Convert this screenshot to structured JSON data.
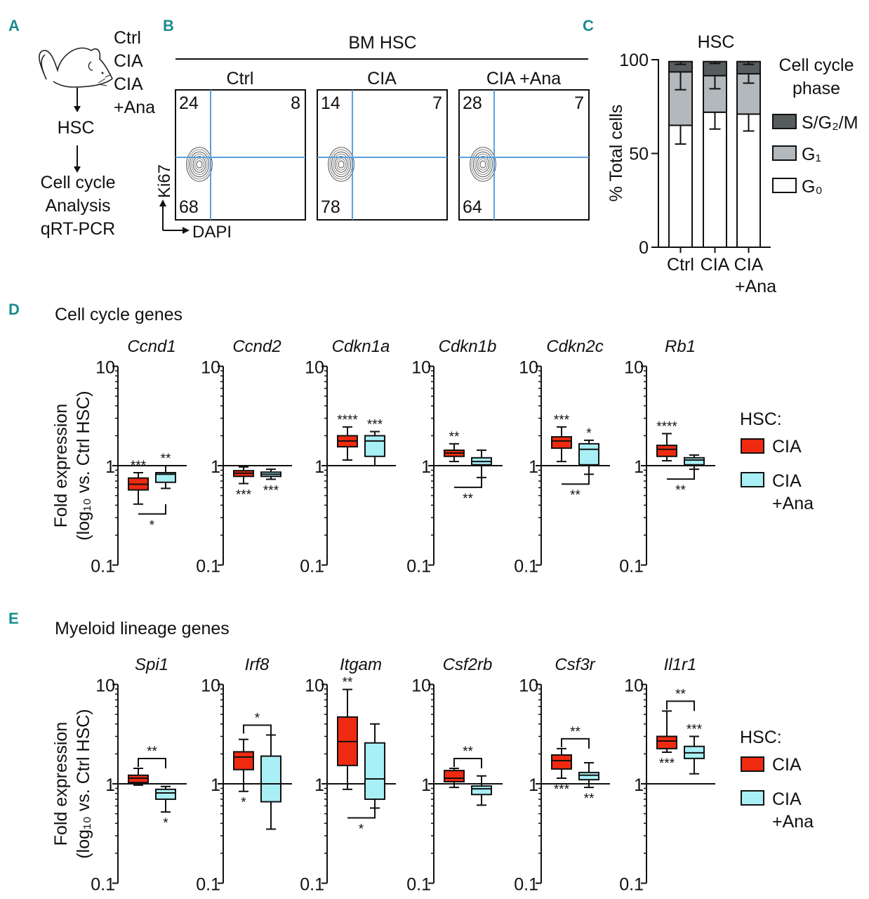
{
  "panel_labels": [
    "A",
    "B",
    "C",
    "D",
    "E"
  ],
  "colors": {
    "panel_label": "#1a8c90",
    "cia": "#f02a10",
    "cia_ana": "#a8f0f6",
    "quadrant_line": "#5aa0dc",
    "s_g2_m": "#575d5e",
    "g1": "#b2b8bb",
    "g0": "#ffffff"
  },
  "panel_a": {
    "icon": "mouse-icon",
    "groups": [
      "Ctrl",
      "CIA",
      "CIA",
      "+Ana"
    ],
    "step1": "HSC",
    "step2": [
      "Cell cycle",
      "Analysis",
      "qRT-PCR"
    ]
  },
  "panel_b": {
    "title": "BM HSC",
    "y_axis": "Ki67",
    "x_axis": "DAPI",
    "plots": [
      {
        "label": "Ctrl",
        "upper_left": "24",
        "upper_right": "8",
        "lower_left": "68"
      },
      {
        "label": "CIA",
        "upper_left": "14",
        "upper_right": "7",
        "lower_left": "78"
      },
      {
        "label": "CIA +Ana",
        "upper_left": "28",
        "upper_right": "7",
        "lower_left": "64"
      }
    ]
  },
  "chart_data": [
    {
      "panel": "C",
      "type": "bar",
      "stacked": true,
      "title": "HSC",
      "ylabel": "% Total cells",
      "ylim": [
        0,
        100
      ],
      "yticks": [
        "0",
        "50",
        "100"
      ],
      "categories": [
        "Ctrl",
        "CIA",
        "CIA +Ana"
      ],
      "category_lines": [
        [
          "Ctrl"
        ],
        [
          "CIA"
        ],
        [
          "CIA",
          "+Ana"
        ]
      ],
      "legend_title": [
        "Cell cycle",
        "phase"
      ],
      "legend_placement": "right",
      "series": [
        {
          "name": "G₀",
          "values": [
            65,
            72,
            71
          ],
          "errors": [
            10,
            9,
            9
          ]
        },
        {
          "name": "G₁",
          "values": [
            28.5,
            19.5,
            21.5
          ],
          "errors": [
            9.5,
            7,
            5
          ]
        },
        {
          "name": "S/G₂/M",
          "values": [
            5.5,
            7.5,
            6.5
          ],
          "errors": [
            1.5,
            1,
            1.5
          ]
        }
      ],
      "legend_order": [
        "S/G₂/M",
        "G₁",
        "G₀"
      ]
    },
    {
      "panel": "D",
      "type": "box",
      "title": "Cell cycle genes",
      "ylabel": [
        "Fold expression",
        "(log₁₀ vs. Ctrl HSC)"
      ],
      "yscale": "log",
      "ylim": [
        0.1,
        10
      ],
      "yticks": [
        "0.1",
        "1",
        "10"
      ],
      "legend": {
        "title": "HSC:",
        "entries": [
          [
            "CIA"
          ],
          [
            "CIA",
            "+Ana"
          ]
        ]
      },
      "genes": [
        {
          "name": "Ccnd1",
          "cia": [
            0.41,
            0.57,
            0.65,
            0.75,
            0.85
          ],
          "ana": [
            0.59,
            0.68,
            0.82,
            0.85,
            1.0
          ],
          "cia_sig": "***",
          "cia_sig_pos": "above",
          "ana_sig": "**",
          "ana_sig_pos": "above",
          "bracket_sig": "*",
          "bracket_pos": "below"
        },
        {
          "name": "Ccnd2",
          "cia": [
            0.66,
            0.78,
            0.84,
            0.89,
            0.97
          ],
          "ana": [
            0.73,
            0.78,
            0.82,
            0.86,
            0.92
          ],
          "cia_sig": "***",
          "cia_sig_pos": "below",
          "ana_sig": "***",
          "ana_sig_pos": "below",
          "bracket_sig": "",
          "bracket_pos": ""
        },
        {
          "name": "Cdkn1a",
          "cia": [
            1.14,
            1.55,
            1.77,
            2.0,
            2.45
          ],
          "ana": [
            1.0,
            1.24,
            1.77,
            2.0,
            2.2
          ],
          "cia_sig": "****",
          "cia_sig_pos": "above",
          "ana_sig": "***",
          "ana_sig_pos": "above",
          "bracket_sig": "",
          "bracket_pos": ""
        },
        {
          "name": "Cdkn1b",
          "cia": [
            1.1,
            1.24,
            1.34,
            1.43,
            1.66
          ],
          "ana": [
            0.76,
            1.02,
            1.1,
            1.2,
            1.43
          ],
          "cia_sig": "**",
          "cia_sig_pos": "above",
          "ana_sig": "",
          "ana_sig_pos": "",
          "bracket_sig": "**",
          "bracket_pos": "below"
        },
        {
          "name": "Cdkn2c",
          "cia": [
            1.1,
            1.5,
            1.77,
            1.95,
            2.45
          ],
          "ana": [
            0.82,
            1.02,
            1.46,
            1.66,
            1.8
          ],
          "cia_sig": "***",
          "cia_sig_pos": "above",
          "ana_sig": "*",
          "ana_sig_pos": "above",
          "bracket_sig": "**",
          "bracket_pos": "below"
        },
        {
          "name": "Rb1",
          "cia": [
            1.12,
            1.24,
            1.46,
            1.6,
            2.1
          ],
          "ana": [
            0.92,
            1.02,
            1.14,
            1.2,
            1.28
          ],
          "cia_sig": "****",
          "cia_sig_pos": "above",
          "ana_sig": "",
          "ana_sig_pos": "",
          "bracket_sig": "**",
          "bracket_pos": "below"
        }
      ]
    },
    {
      "panel": "E",
      "type": "box",
      "title": "Myeloid lineage genes",
      "ylabel": [
        "Fold expression",
        "(log₁₀ vs. Ctrl HSC)"
      ],
      "yscale": "log",
      "ylim": [
        0.1,
        10
      ],
      "yticks": [
        "0.1",
        "1",
        "10"
      ],
      "legend": {
        "title": "HSC:",
        "entries": [
          [
            "CIA"
          ],
          [
            "CIA",
            "+Ana"
          ]
        ]
      },
      "genes": [
        {
          "name": "Spi1",
          "cia": [
            0.97,
            1.03,
            1.14,
            1.22,
            1.43
          ],
          "ana": [
            0.52,
            0.7,
            0.81,
            0.88,
            0.94
          ],
          "cia_sig": "",
          "cia_sig_pos": "",
          "ana_sig": "*",
          "ana_sig_pos": "below",
          "bracket_sig": "**",
          "bracket_pos": "above"
        },
        {
          "name": "Irf8",
          "cia": [
            0.84,
            1.39,
            1.86,
            2.1,
            2.8
          ],
          "ana": [
            0.35,
            0.66,
            1.0,
            1.9,
            3.1
          ],
          "cia_sig": "*",
          "cia_sig_pos": "below",
          "ana_sig": "",
          "ana_sig_pos": "",
          "bracket_sig": "*",
          "bracket_pos": "above"
        },
        {
          "name": "Itgam",
          "cia": [
            0.88,
            1.53,
            2.66,
            4.7,
            8.9
          ],
          "ana": [
            0.57,
            0.7,
            1.12,
            2.58,
            4.0
          ],
          "cia_sig": "**",
          "cia_sig_pos": "above",
          "ana_sig": "",
          "ana_sig_pos": "",
          "bracket_sig": "*",
          "bracket_pos": "below"
        },
        {
          "name": "Csf2rb",
          "cia": [
            0.92,
            1.05,
            1.14,
            1.36,
            1.43
          ],
          "ana": [
            0.61,
            0.78,
            0.89,
            0.95,
            1.2
          ],
          "cia_sig": "",
          "cia_sig_pos": "",
          "ana_sig": "",
          "ana_sig_pos": "",
          "bracket_sig": "**",
          "bracket_pos": "above"
        },
        {
          "name": "Csf3r",
          "cia": [
            1.14,
            1.41,
            1.71,
            1.95,
            2.26
          ],
          "ana": [
            0.92,
            1.1,
            1.22,
            1.3,
            1.63
          ],
          "cia_sig": "***",
          "cia_sig_pos": "below",
          "ana_sig": "**",
          "ana_sig_pos": "below",
          "bracket_sig": "**",
          "bracket_pos": "above"
        },
        {
          "name": "Il1r1",
          "cia": [
            2.08,
            2.26,
            2.7,
            3.0,
            5.4
          ],
          "ana": [
            1.26,
            1.8,
            2.05,
            2.38,
            3.0
          ],
          "cia_sig": "***",
          "cia_sig_pos": "below",
          "ana_sig": "***",
          "ana_sig_pos": "above",
          "bracket_sig": "**",
          "bracket_pos": "above"
        }
      ]
    }
  ]
}
